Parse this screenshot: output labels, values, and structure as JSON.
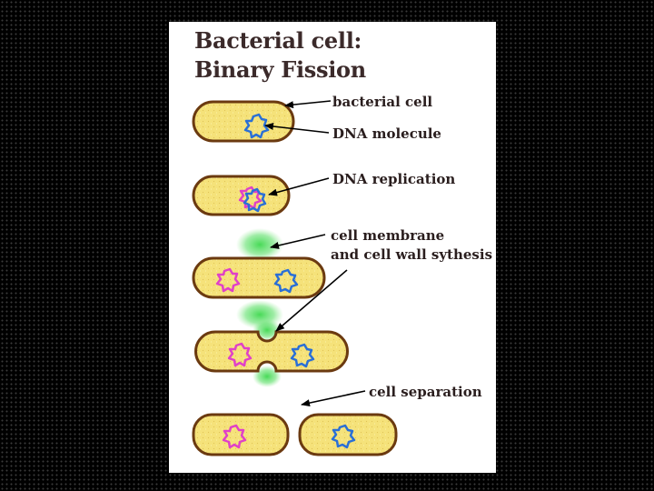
{
  "title": {
    "line1": "Bacterial cell:",
    "line2": "Binary Fission"
  },
  "labels": {
    "bacterial_cell": "bacterial cell",
    "dna_molecule": "DNA molecule",
    "dna_replication": "DNA replication",
    "membrane_line1": "cell membrane",
    "membrane_line2": "and cell wall sythesis",
    "cell_separation": "cell separation"
  },
  "colors": {
    "background": "#000000",
    "panel": "#ffffff",
    "cytoplasm": "#f5e27a",
    "cell_outline": "#6b3a10",
    "dna_original": "#2a6fd6",
    "dna_copy": "#e040c8",
    "membrane_synthesis": "#3ed84e",
    "arrow": "#000000"
  }
}
